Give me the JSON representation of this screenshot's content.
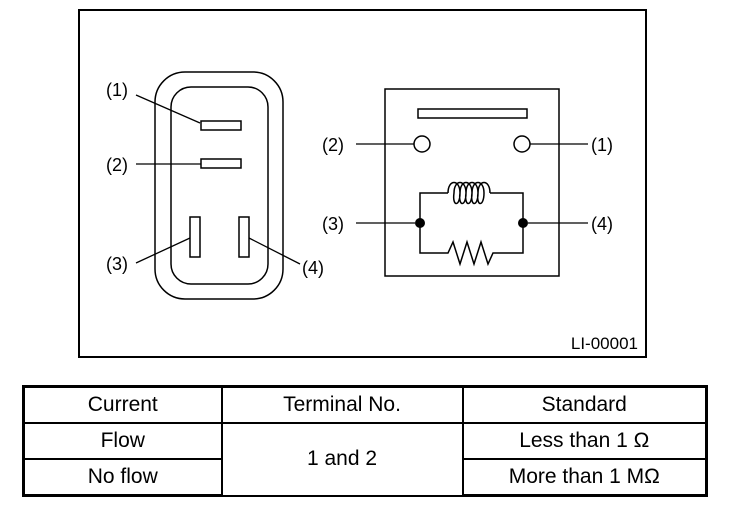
{
  "figure": {
    "connector_labels": {
      "t1": "(1)",
      "t2": "(2)",
      "t3": "(3)",
      "t4": "(4)"
    },
    "relay_labels": {
      "t1": "(1)",
      "t2": "(2)",
      "t3": "(3)",
      "t4": "(4)"
    },
    "figure_code": "LI-00001"
  },
  "table": {
    "headers": [
      "Current",
      "Terminal No.",
      "Standard"
    ],
    "rows": [
      {
        "current": "Flow",
        "terminal": "1 and 2",
        "standard": "Less than 1 Ω"
      },
      {
        "current": "No flow",
        "terminal": "1 and 2",
        "standard": "More than 1 MΩ"
      }
    ]
  }
}
